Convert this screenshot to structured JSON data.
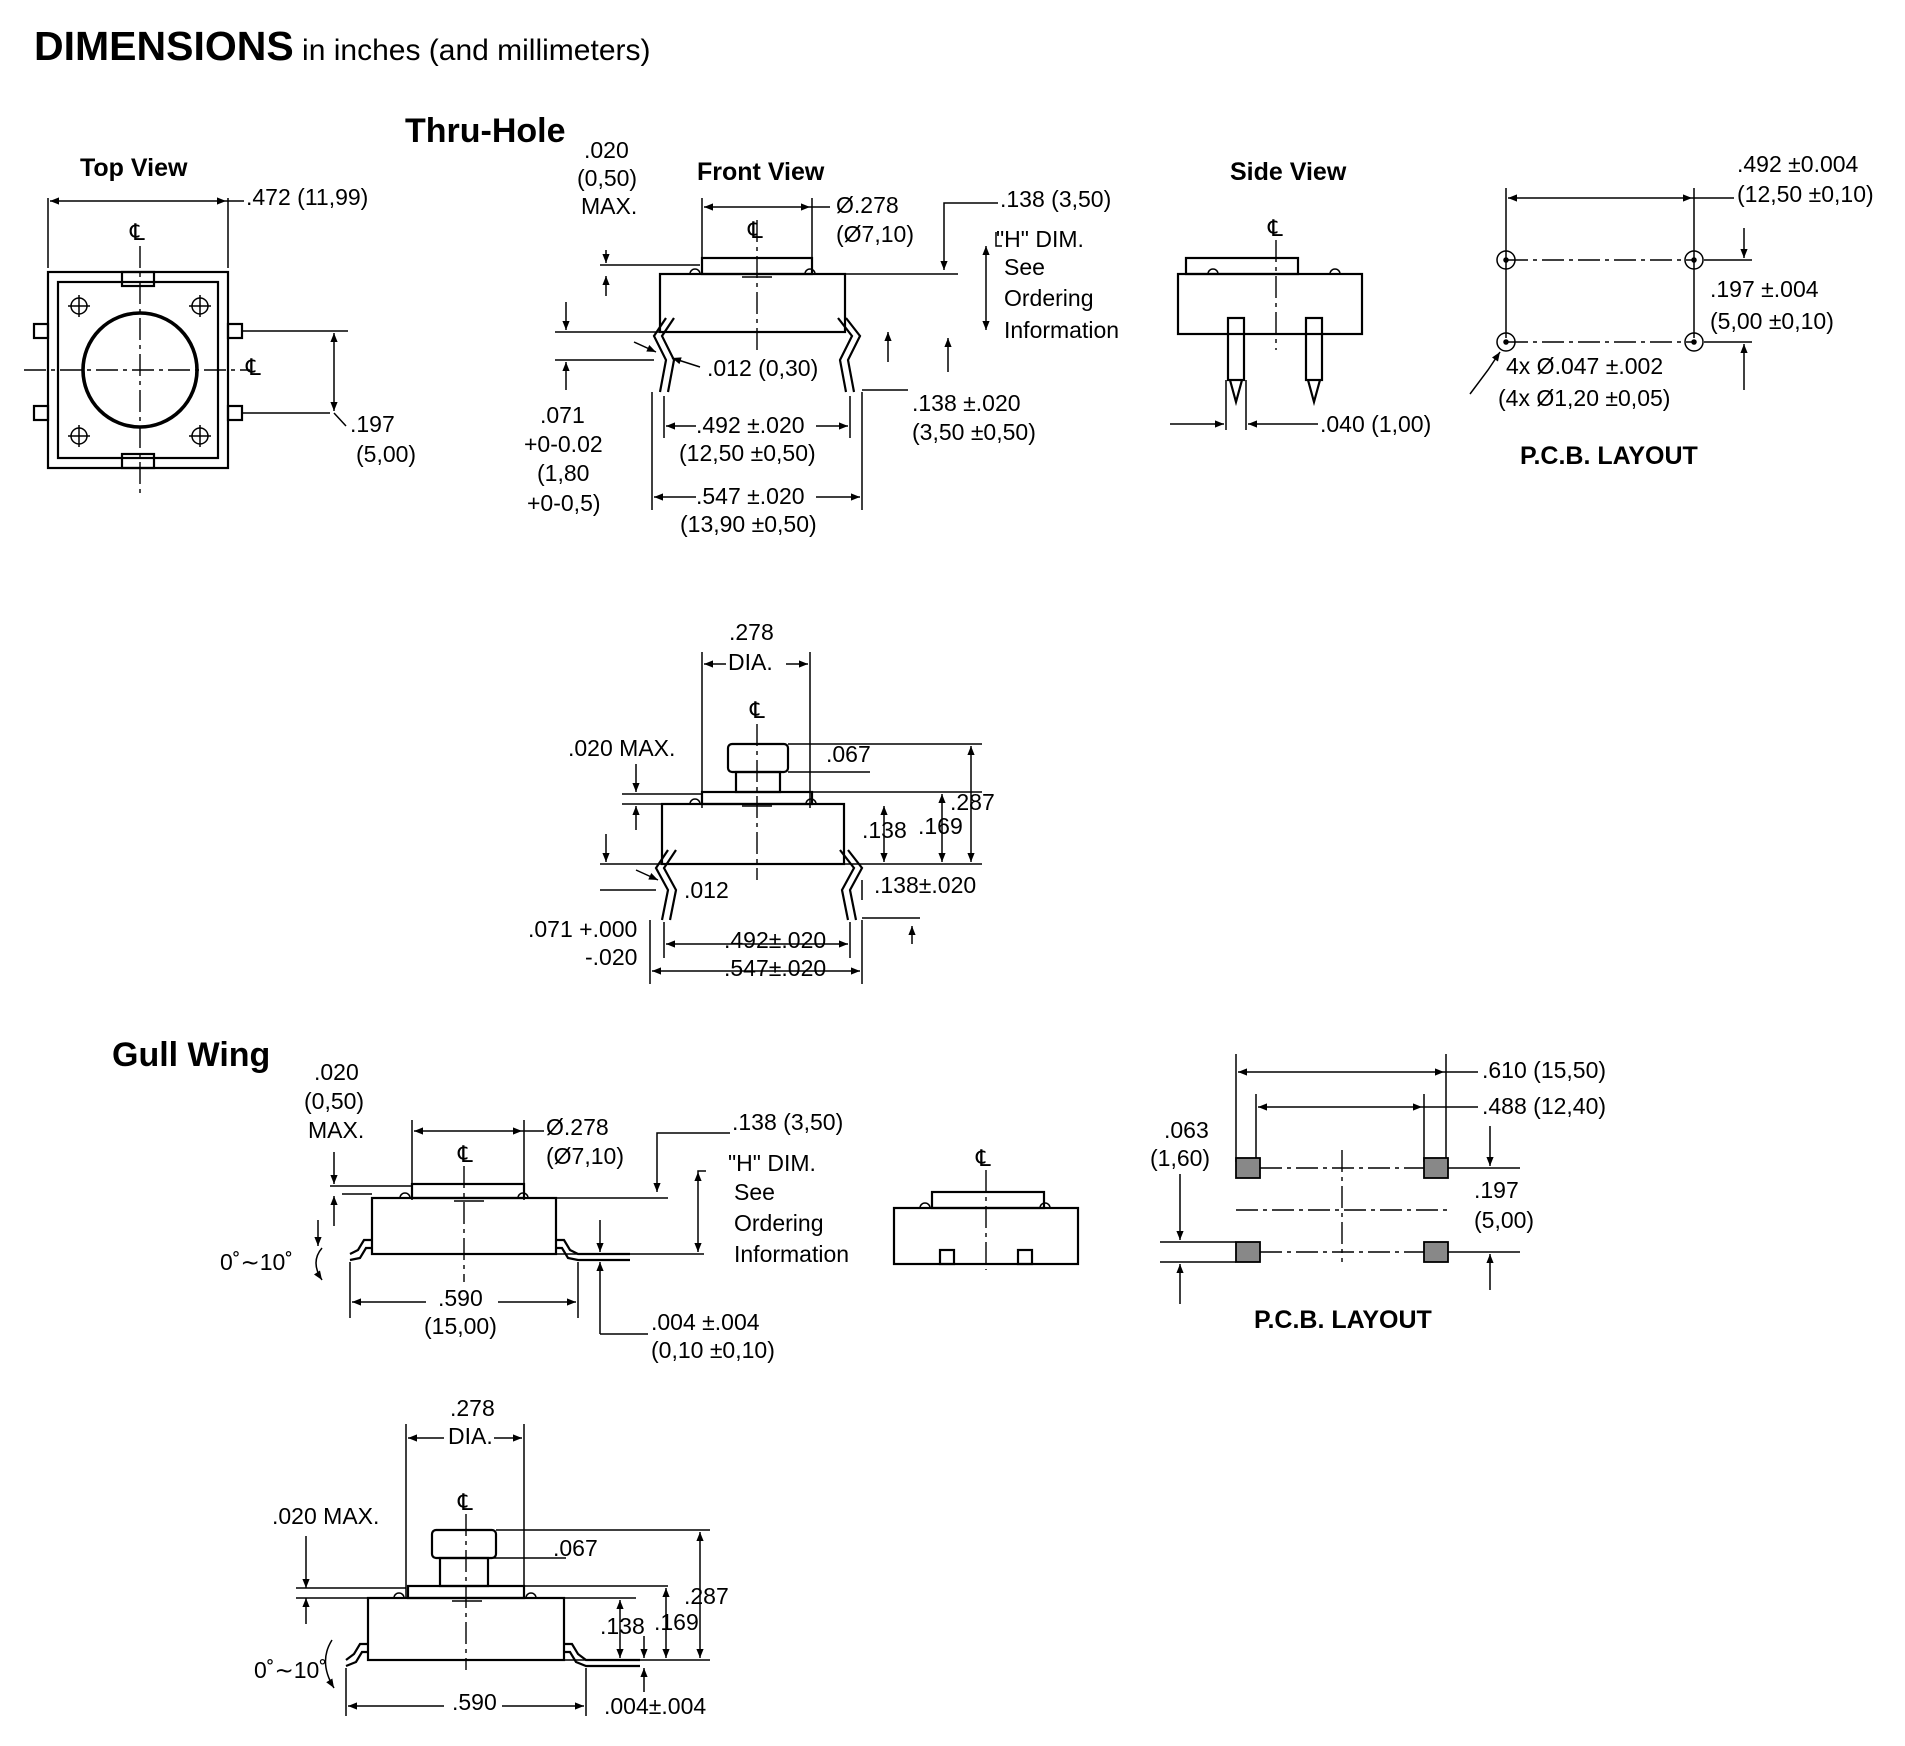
{
  "title": {
    "bold": "DIMENSIONS",
    "rest": " in inches (and millimeters)"
  },
  "thru_hole": {
    "heading": "Thru-Hole",
    "top_view": {
      "label": "Top View",
      "width": ".472 (11,99)",
      "pitch": ".197",
      "pitch_mm": "(5,00)",
      "cl": "℄"
    },
    "front_view": {
      "label": "Front View",
      "max_a": ".020",
      "max_b": "(0,50)",
      "max_c": "MAX.",
      "dia_a": "Ø.278",
      "dia_b": "(Ø7,10)",
      "h_a": ".138 (3,50)",
      "h_b": "\"H\" DIM.",
      "h_c": "See",
      "h_d": "Ordering",
      "h_e": "Information",
      "lead": ".012 (0,30)",
      "stand_a": ".071",
      "stand_b": "+0-0.02",
      "stand_c": "(1,80",
      "stand_d": "+0-0,5)",
      "pitch_a": ".492 ±.020",
      "pitch_b": "(12,50 ±0,50)",
      "width_a": ".547 ±.020",
      "width_b": "(13,90 ±0,50)",
      "pin_a": ".138 ±.020",
      "pin_b": "(3,50 ±0,50)",
      "cl": "℄"
    },
    "side_view": {
      "label": "Side View",
      "lead": ".040 (1,00)",
      "cl": "℄"
    },
    "pcb": {
      "label": "P.C.B. LAYOUT",
      "x_a": ".492 ±0.004",
      "x_b": "(12,50 ±0,10)",
      "y_a": ".197 ±.004",
      "y_b": "(5,00 ±0,10)",
      "hole_a": "4x Ø.047 ±.002",
      "hole_b": "(4x Ø1,20 ±0,05)"
    },
    "tall": {
      "dia_a": ".278",
      "dia_b": "DIA.",
      "max": ".020 MAX.",
      "cap": ".067",
      "h287": ".287",
      "h169": ".169",
      "h138": ".138",
      "lead": ".012",
      "pin": ".138±.020",
      "stand_a": ".071 +.000",
      "stand_b": "-.020",
      "pitch": ".492±.020",
      "width": ".547±.020",
      "cl": "℄"
    }
  },
  "gull_wing": {
    "heading": "Gull Wing",
    "front": {
      "max_a": ".020",
      "max_b": "(0,50)",
      "max_c": "MAX.",
      "dia_a": "Ø.278",
      "dia_b": "(Ø7,10)",
      "h_a": ".138 (3,50)",
      "h_b": "\"H\" DIM.",
      "h_c": "See",
      "h_d": "Ordering",
      "h_e": "Information",
      "angle": "0˚∼10˚",
      "span_a": ".590",
      "span_b": "(15,00)",
      "foot_a": ".004 ±.004",
      "foot_b": "(0,10 ±0,10)",
      "cl": "℄"
    },
    "side": {
      "cl": "℄"
    },
    "pcb": {
      "label": "P.C.B. LAYOUT",
      "x1": ".610 (15,50)",
      "x2": ".488 (12,40)",
      "pad_a": ".063",
      "pad_b": "(1,60)",
      "y_a": ".197",
      "y_b": "(5,00)"
    },
    "tall": {
      "dia_a": ".278",
      "dia_b": "DIA.",
      "max": ".020 MAX.",
      "cap": ".067",
      "h287": ".287",
      "h169": ".169",
      "h138": ".138",
      "angle": "0˚∼10˚",
      "span": ".590",
      "foot": ".004±.004",
      "cl": "℄"
    }
  }
}
